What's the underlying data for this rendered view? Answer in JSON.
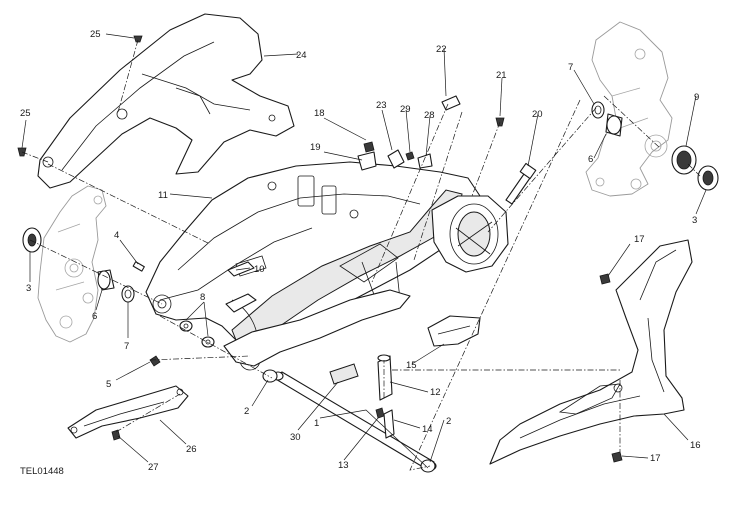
{
  "diagram": {
    "code": "TEL01448",
    "labels": {
      "c1": "1",
      "c2a": "2",
      "c2b": "2",
      "c3a": "3",
      "c3b": "3",
      "c4": "4",
      "c5": "5",
      "c6a": "6",
      "c6b": "6",
      "c7a": "7",
      "c7b": "7",
      "c8": "8",
      "c9": "9",
      "c10": "10",
      "c11": "11",
      "c12": "12",
      "c13": "13",
      "c14": "14",
      "c15": "15",
      "c16": "16",
      "c17a": "17",
      "c17b": "17",
      "c18": "18",
      "c19": "19",
      "c20": "20",
      "c21": "21",
      "c22": "22",
      "c23": "23",
      "c24": "24",
      "c25a": "25",
      "c25b": "25",
      "c26": "26",
      "c27": "27",
      "c28": "28",
      "c29": "29",
      "c30": "30"
    }
  }
}
